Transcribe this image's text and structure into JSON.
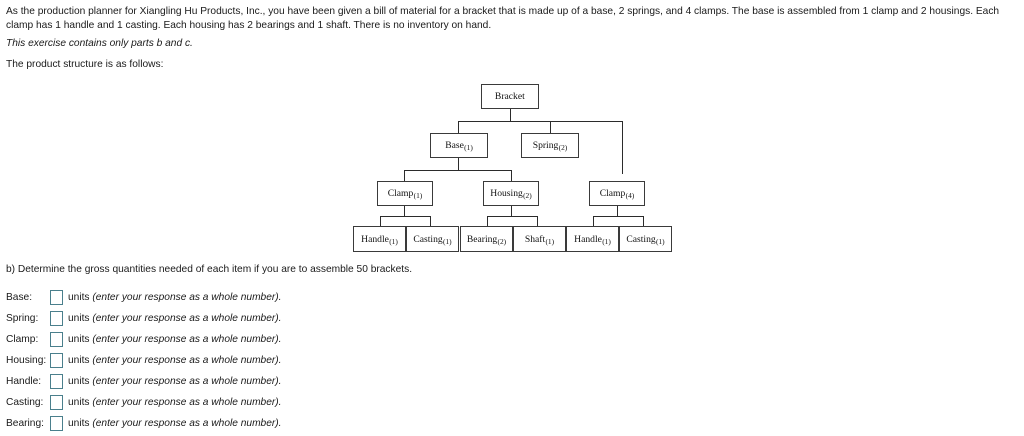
{
  "intro": {
    "paragraph": "As the production planner for Xiangling Hu Products, Inc., you have been given a bill of material for a bracket that is made up of a base, 2 springs, and 4 clamps. The base is assembled from 1 clamp and 2 housings. Each clamp has 1 handle and 1 casting. Each housing has 2 bearings and 1 shaft. There is no inventory on hand.",
    "note": "This exercise contains only parts b and c.",
    "structure_intro": "The product structure is as follows:"
  },
  "tree": {
    "nodes": [
      {
        "id": "bracket",
        "label": "Bracket",
        "qty": ""
      },
      {
        "id": "base",
        "label": "Base",
        "qty": "(1)"
      },
      {
        "id": "spring",
        "label": "Spring",
        "qty": "(2)"
      },
      {
        "id": "clamp1",
        "label": "Clamp",
        "qty": "(1)"
      },
      {
        "id": "housing",
        "label": "Housing",
        "qty": "(2)"
      },
      {
        "id": "clamp4",
        "label": "Clamp",
        "qty": "(4)"
      },
      {
        "id": "handle1",
        "label": "Handle",
        "qty": "(1)"
      },
      {
        "id": "casting1",
        "label": "Casting",
        "qty": "(1)"
      },
      {
        "id": "bearing",
        "label": "Bearing",
        "qty": "(2)"
      },
      {
        "id": "shaft",
        "label": "Shaft",
        "qty": "(1)"
      },
      {
        "id": "handle2",
        "label": "Handle",
        "qty": "(1)"
      },
      {
        "id": "casting2",
        "label": "Casting",
        "qty": "(1)"
      }
    ]
  },
  "question_b": {
    "text": "b) Determine the gross quantities needed of each item if you are to assemble 50 brackets."
  },
  "answers": {
    "units_word": "units",
    "hint": "(enter your response as a whole number).",
    "rows": [
      {
        "label": "Base:",
        "value": ""
      },
      {
        "label": "Spring:",
        "value": ""
      },
      {
        "label": "Clamp:",
        "value": ""
      },
      {
        "label": "Housing:",
        "value": ""
      },
      {
        "label": "Handle:",
        "value": ""
      },
      {
        "label": "Casting:",
        "value": ""
      },
      {
        "label": "Bearing:",
        "value": ""
      }
    ]
  },
  "colors": {
    "input_border": "#4a7f8c",
    "node_border": "#3a3a3a",
    "text": "#1a1a1a"
  }
}
